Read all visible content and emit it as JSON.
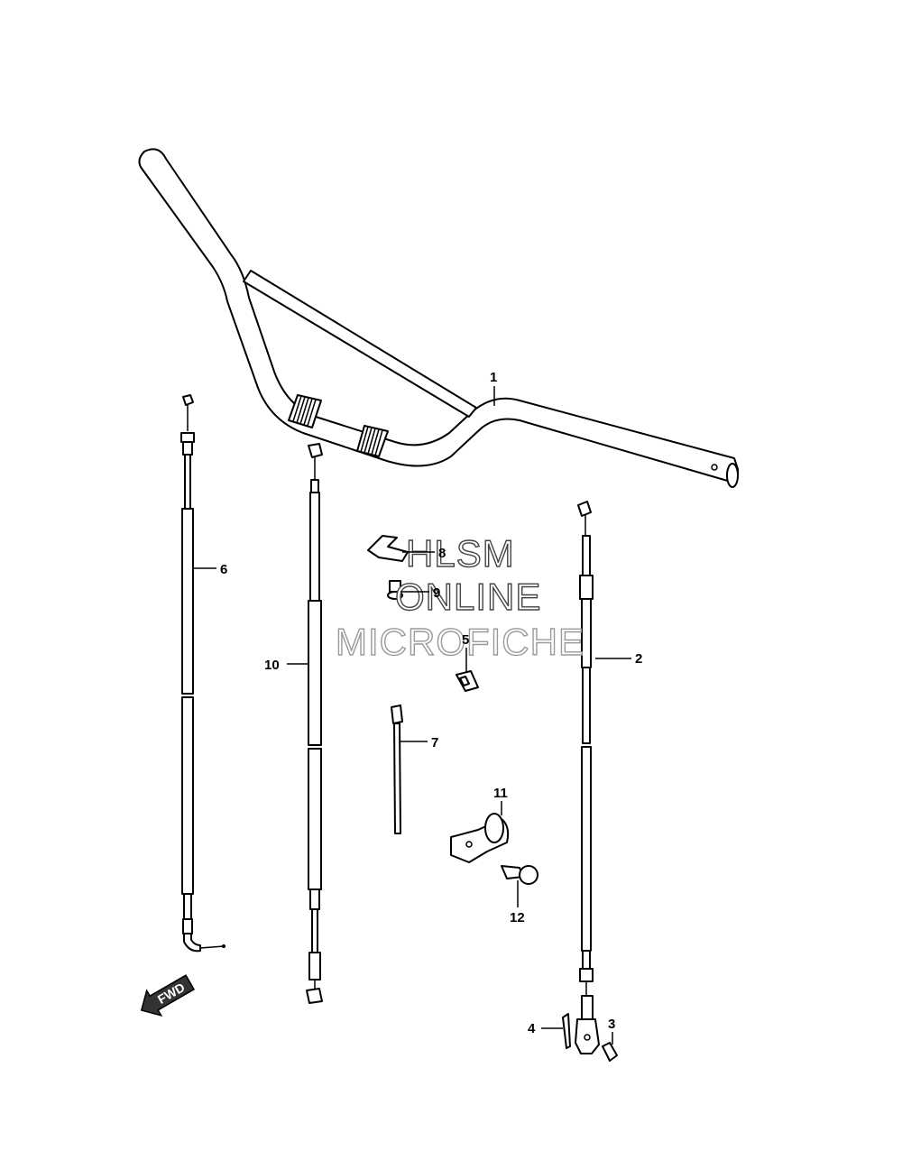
{
  "diagram": {
    "callouts": [
      "1",
      "2",
      "3",
      "4",
      "5",
      "6",
      "7",
      "8",
      "9",
      "10",
      "11",
      "12"
    ],
    "direction_arrow": "FWD",
    "watermark": {
      "line1": "HLSM",
      "line2": "ONLINE",
      "line3": "MICROFICHE"
    },
    "colors": {
      "line": "#000000",
      "background": "#ffffff",
      "watermark": "#9a9a9a"
    }
  }
}
